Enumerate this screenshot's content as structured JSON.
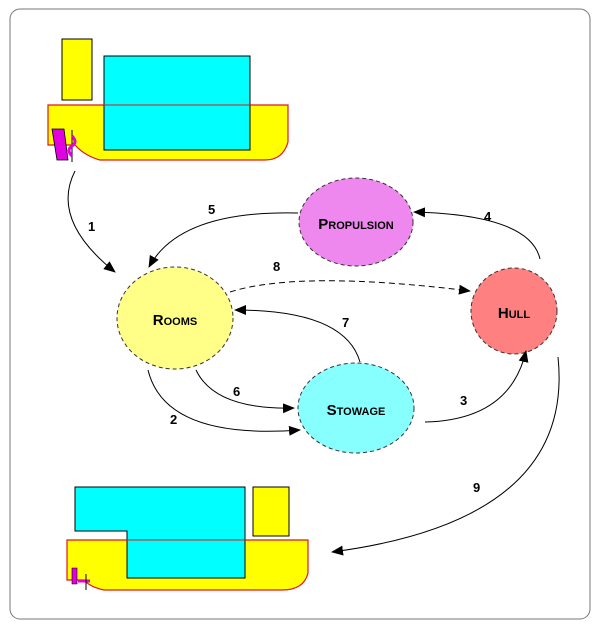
{
  "colors": {
    "ship_yellow": "#ffff00",
    "ship_outline": "#e0141c",
    "ship_cyan": "#00ffff",
    "propeller_magenta": "#e000e0",
    "rooms_fill": "#ffff88",
    "stowage_fill": "#88ffff",
    "propulsion_fill": "#ee88ee",
    "hull_fill": "#ff8080"
  },
  "nodes": {
    "propulsion": {
      "first": "P",
      "rest": "ROPULSION"
    },
    "rooms": {
      "first": "R",
      "rest": "OOMS"
    },
    "hull": {
      "first": "H",
      "rest": "ULL"
    },
    "stowage": {
      "first": "S",
      "rest": "TOWAGE"
    }
  },
  "edges": {
    "e1": "1",
    "e2": "2",
    "e3": "3",
    "e4": "4",
    "e5": "5",
    "e6": "6",
    "e7": "7",
    "e8": "8",
    "e9": "9"
  }
}
